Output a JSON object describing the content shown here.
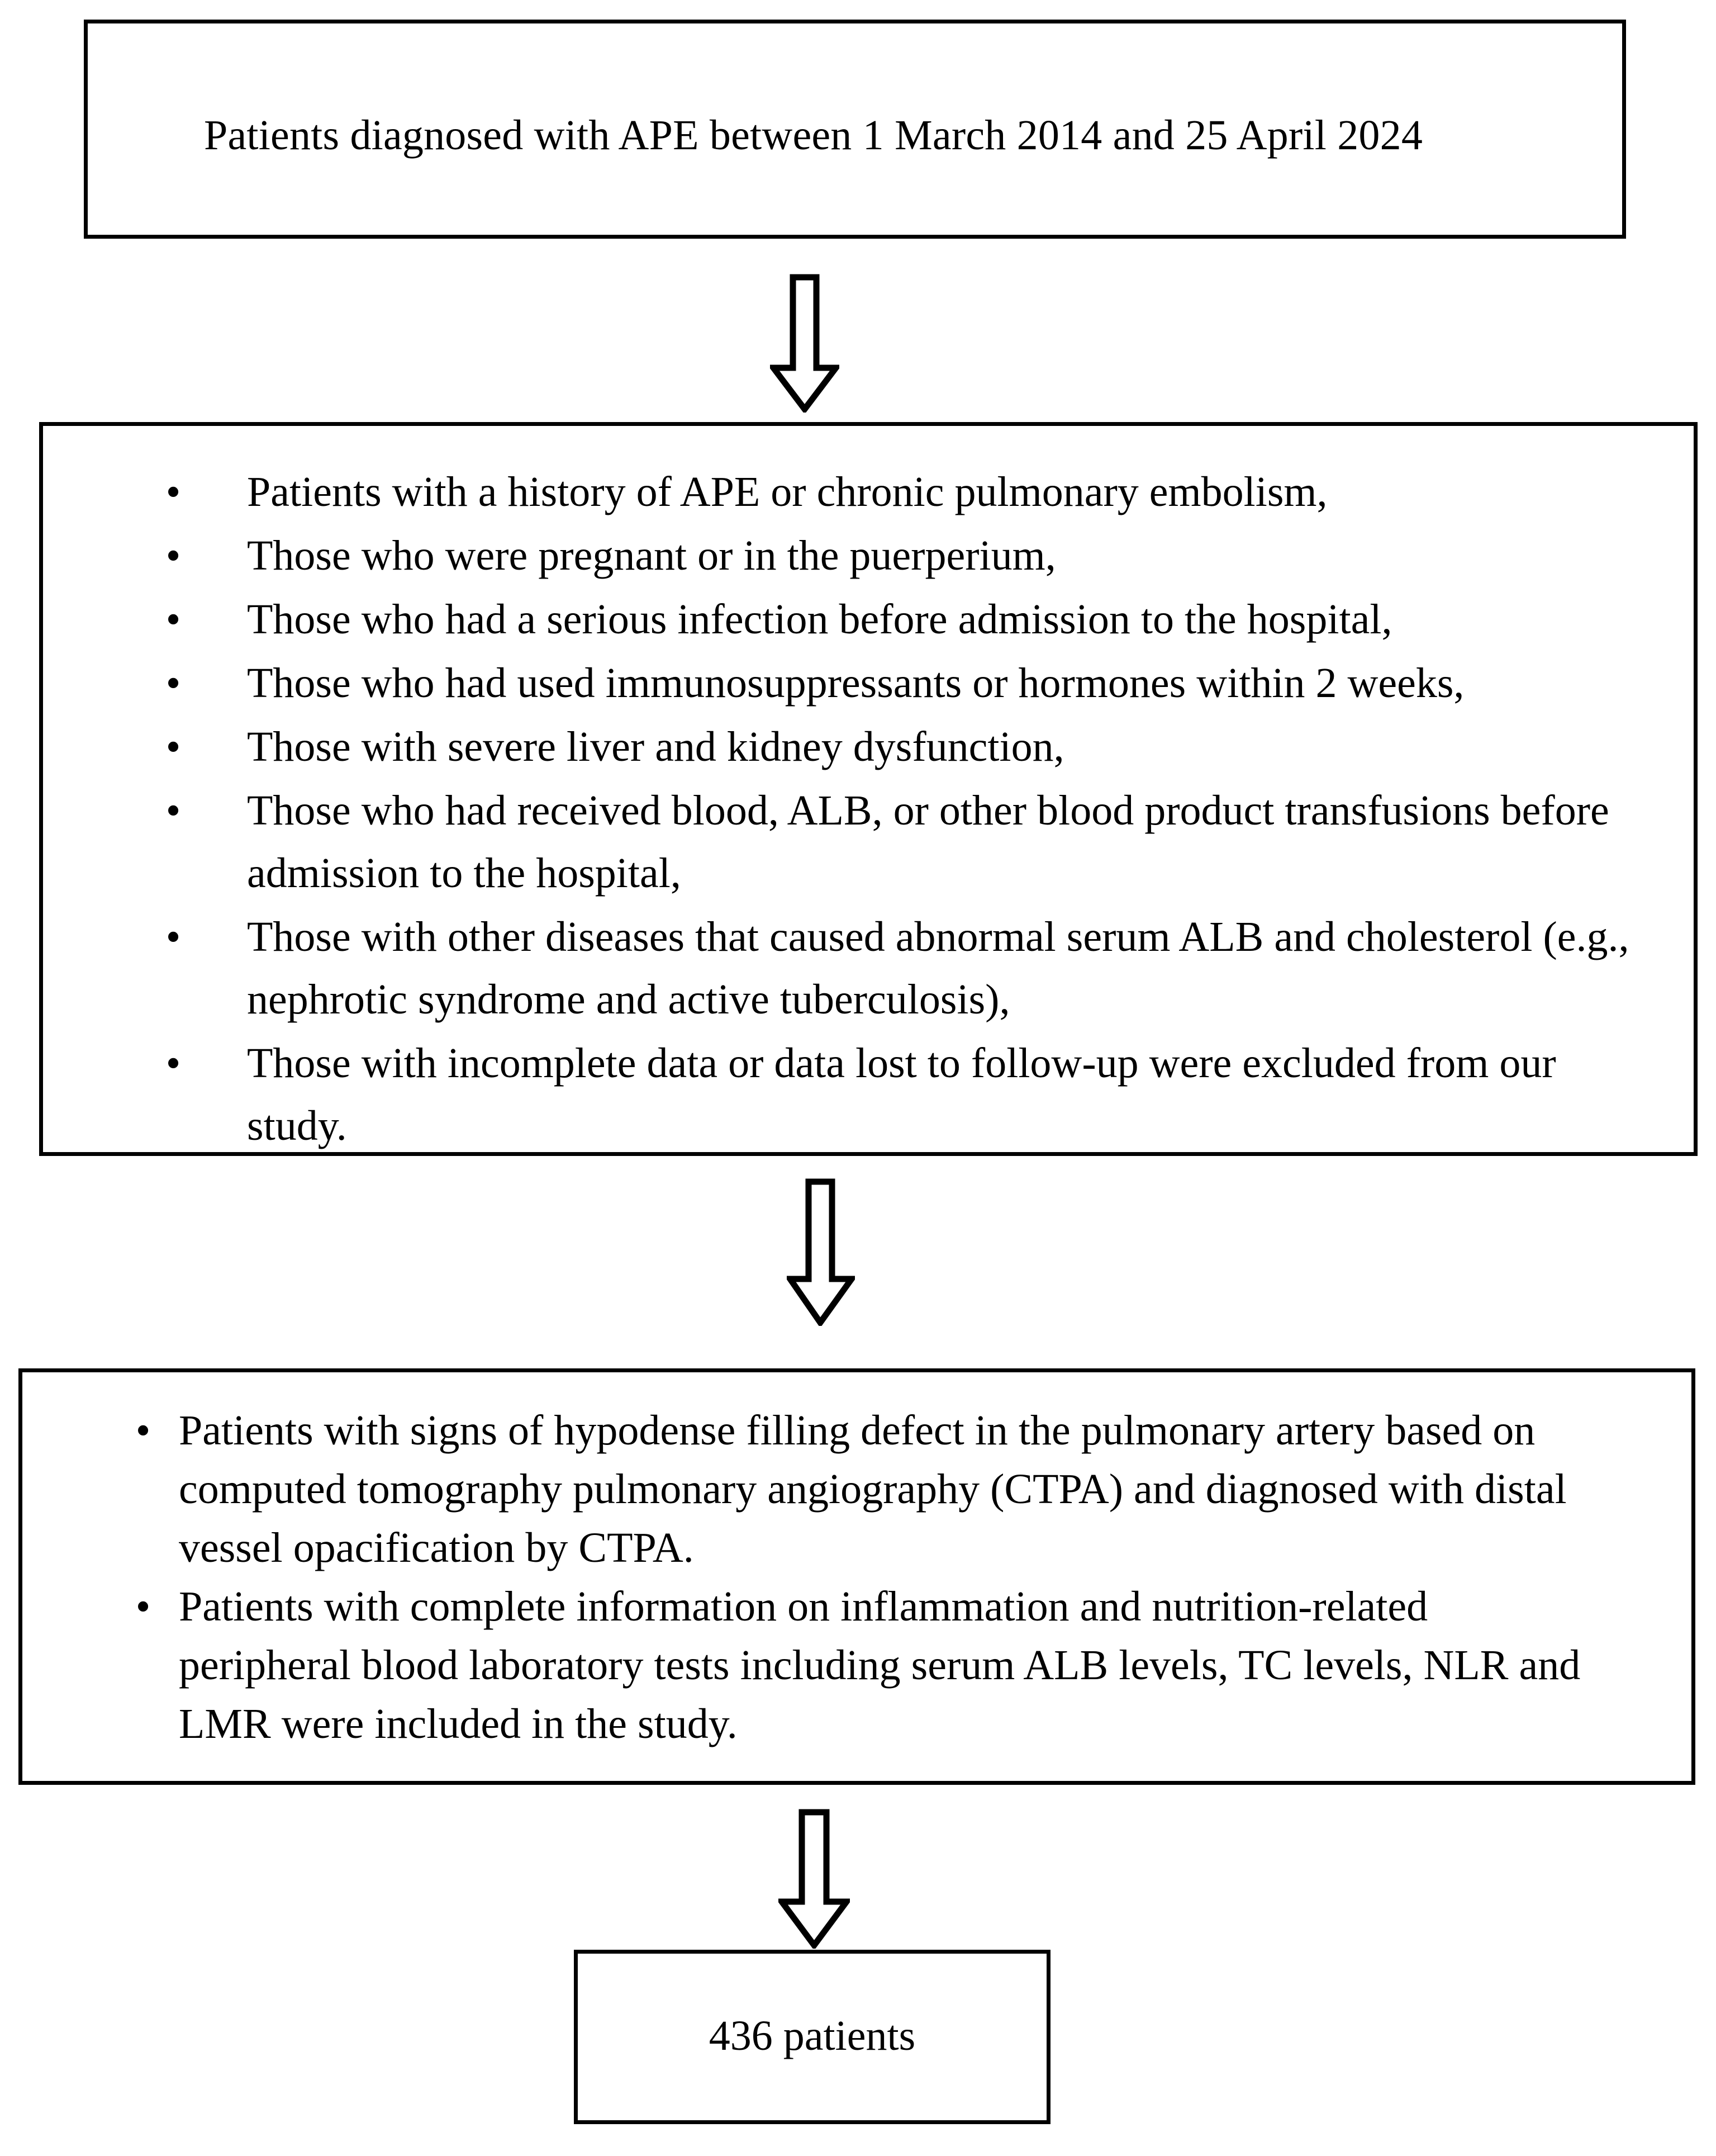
{
  "figure": {
    "type": "study-patient-selection-flowchart",
    "orientation": "vertical-top-to-bottom"
  },
  "boxes": {
    "enrollment": {
      "name": "enrollment-period",
      "text": "Patients diagnosed with APE between 1 March 2014 and 25 April 2024"
    },
    "exclusion": {
      "name": "exclusion-criteria",
      "bullet_glyph": "•",
      "items": [
        "Patients with a history of APE or chronic pulmonary embolism,",
        "Those who were pregnant or in the puerperium,",
        "Those who had a serious infection before admission to the hospital,",
        "Those who had used immunosuppressants or hormones within 2 weeks,",
        "Those with severe liver and kidney dysfunction,",
        "Those who had received blood, ALB, or other blood product transfusions before admission to the hospital,",
        "Those with other diseases that caused abnormal serum ALB and cholesterol (e.g., nephrotic syndrome and active tuberculosis),",
        "Those with incomplete data or data lost to follow-up were excluded from our study."
      ]
    },
    "inclusion": {
      "name": "inclusion-criteria",
      "bullet_glyph": "•",
      "items": [
        "Patients with signs of hypodense filling defect in the pulmonary artery based on computed tomography pulmonary angiography (CTPA) and diagnosed with distal vessel opacification by CTPA.",
        "Patients with complete information on inflammation and nutrition-related peripheral blood laboratory tests including serum ALB levels, TC levels, NLR and LMR were included in the study."
      ]
    },
    "final": {
      "name": "final-cohort",
      "text": "436 patients",
      "count": 436,
      "unit": "patients"
    }
  },
  "arrows": [
    {
      "name": "arrow-enrollment-to-exclusion",
      "icon": "down-block-arrow-icon",
      "direction": "down"
    },
    {
      "name": "arrow-exclusion-to-inclusion",
      "icon": "down-block-arrow-icon",
      "direction": "down"
    },
    {
      "name": "arrow-inclusion-to-final",
      "icon": "down-block-arrow-icon",
      "direction": "down"
    }
  ],
  "colors": {
    "background": "#ffffff",
    "border": "#000000",
    "text": "#000000"
  }
}
